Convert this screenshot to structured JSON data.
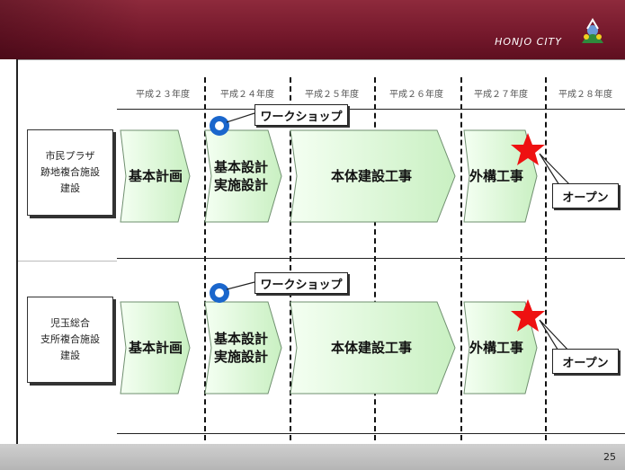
{
  "header": {
    "city": "HONJO  CITY",
    "logo": "honjo-city-emblem"
  },
  "years": [
    "平成２３年度",
    "平成２４年度",
    "平成２５年度",
    "平成２６年度",
    "平成２７年度",
    "平成２８年度"
  ],
  "rows": [
    {
      "label": "市民プラザ\n跡地複合施設\n建設",
      "phases": [
        "基本計画",
        "基本設計\n実施設計",
        "本体建設工事",
        "外構工事"
      ],
      "workshop": "ワークショップ",
      "opening": "オープン"
    },
    {
      "label": "児玉総合\n支所複合施設\n建設",
      "phases": [
        "基本計画",
        "基本設計\n実施設計",
        "本体建設工事",
        "外構工事"
      ],
      "workshop": "ワークショップ",
      "opening": "オープン"
    }
  ],
  "footer": {
    "page": "25"
  },
  "colors": {
    "header": "#74182b",
    "arrow_fill": "#d4f5cf",
    "arrow_border": "#7a9a7a",
    "star": "#ee1111",
    "workshop_marker": "#1a66cc"
  }
}
